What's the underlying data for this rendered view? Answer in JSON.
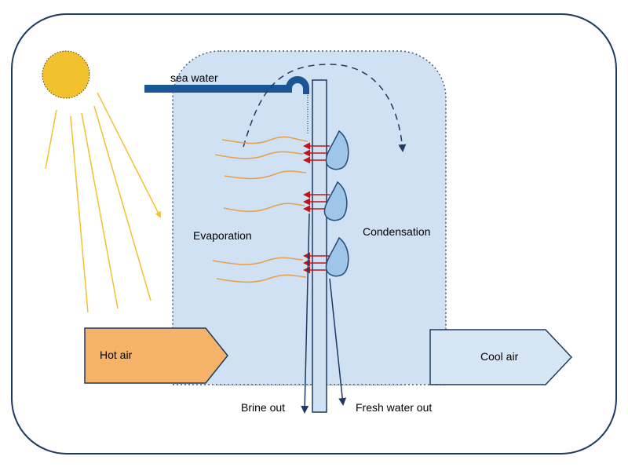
{
  "labels": {
    "sea_water": "sea water",
    "evaporation": "Evaporation",
    "condensation": "Condensation",
    "hot_air": "Hot air",
    "cool_air": "Cool air",
    "brine_out": "Brine out",
    "fresh_water_out": "Fresh water out"
  },
  "colors": {
    "frame_stroke": "#1f3a5f",
    "chamber_fill": "#cfe1f2",
    "chamber_border": "#4a5a7a",
    "sun_fill": "#f2c12e",
    "sun_rays": "#f2c12e",
    "sea_water_pipe": "#1a5596",
    "heat_waves": "#e8a04a",
    "red_arrows": "#c0141c",
    "droplet_fill": "#9fc5e8",
    "droplet_stroke": "#1f4e79",
    "hot_air_fill": "#f5b36a",
    "cool_air_fill": "#d6e6f5",
    "outflow_arrows": "#1f3a5f",
    "airflow_dashed": "#1f3a5f"
  },
  "icons": [
    "sun-icon",
    "water-droplet-icon"
  ]
}
